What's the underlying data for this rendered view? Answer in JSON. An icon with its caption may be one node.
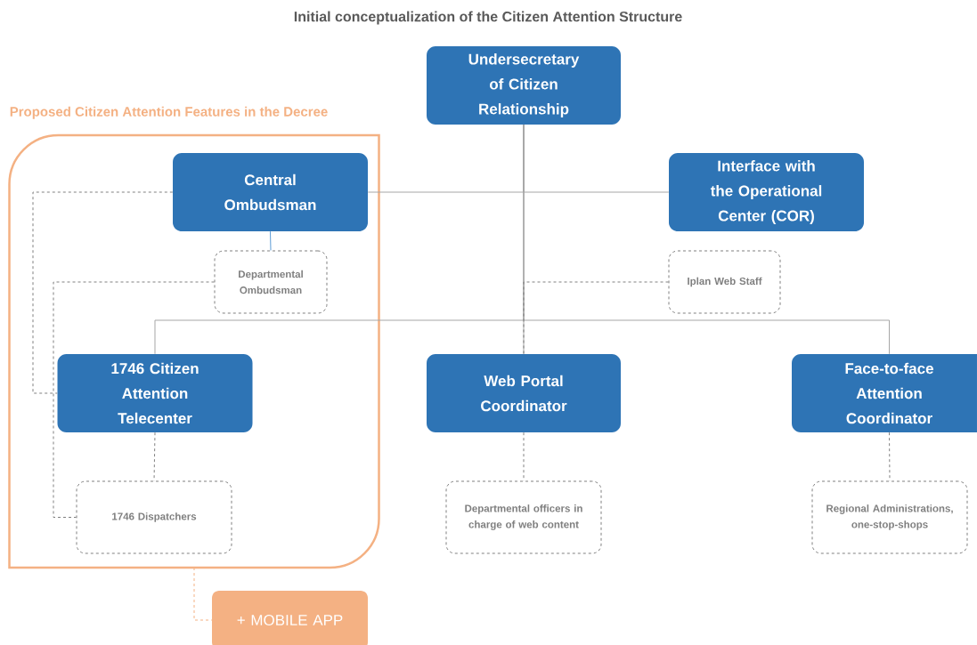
{
  "diagram": {
    "title": "Initial conceptualization of the Citizen Attention Structure",
    "nodes": [
      {
        "text": [
          "Undersecretary of Citizen Relationship"
        ]
      },
      {
        "text": [
          "Proposed Citizen Attention Features in the Decree"
        ]
      },
      {
        "text": [
          "Central Ombudsman"
        ],
        "in": 1
      },
      {
        "text": [
          "Interface with the Operational Center (COR)"
        ]
      },
      {
        "text": [
          "Departmental Ombudsman"
        ],
        "in": 1
      },
      {
        "text": [
          "Iplan Web Staff"
        ]
      },
      {
        "text": [
          "1746 Citizen Attention Telecenter"
        ],
        "in": 1
      },
      {
        "text": [
          "Web Portal Coordinator"
        ]
      },
      {
        "text": [
          "Face-to-face Attention Coordinator"
        ]
      },
      {
        "text": [
          "1746 Dispatchers"
        ],
        "in": 1
      },
      {
        "text": [
          "Departmental officers in charge of web content"
        ]
      },
      {
        "text": [
          "Regional Administrations, one-stop-shops"
        ]
      },
      {
        "text": [
          "+ MOBILE APP"
        ]
      }
    ],
    "edges": [
      {
        "from": 0,
        "to": 2,
        "arrow": "none"
      },
      {
        "from": 0,
        "to": 3,
        "arrow": "none"
      },
      {
        "from": 0,
        "to": 6,
        "arrow": "none"
      },
      {
        "from": 0,
        "to": 7,
        "arrow": "none"
      },
      {
        "from": 0,
        "to": 8,
        "arrow": "none"
      },
      {
        "from": 2,
        "to": 4,
        "arrow": "none",
        "color": "#5b9bd5"
      },
      {
        "from": 5,
        "to": 7,
        "arrow": "none",
        "style": "dashed"
      },
      {
        "from": 2,
        "to": 6,
        "arrow": "none",
        "style": "dashed"
      },
      {
        "from": 4,
        "to": 9,
        "arrow": "none",
        "style": "dashed"
      },
      {
        "from": 6,
        "to": 9,
        "arrow": "none",
        "style": "dashed"
      },
      {
        "from": 7,
        "to": 10,
        "arrow": "none",
        "style": "dashed"
      },
      {
        "from": 8,
        "to": 11,
        "arrow": "none",
        "style": "dashed"
      },
      {
        "from": 1,
        "to": 12,
        "arrow": "none",
        "style": "dashed",
        "color": "#f4b183"
      }
    ]
  }
}
